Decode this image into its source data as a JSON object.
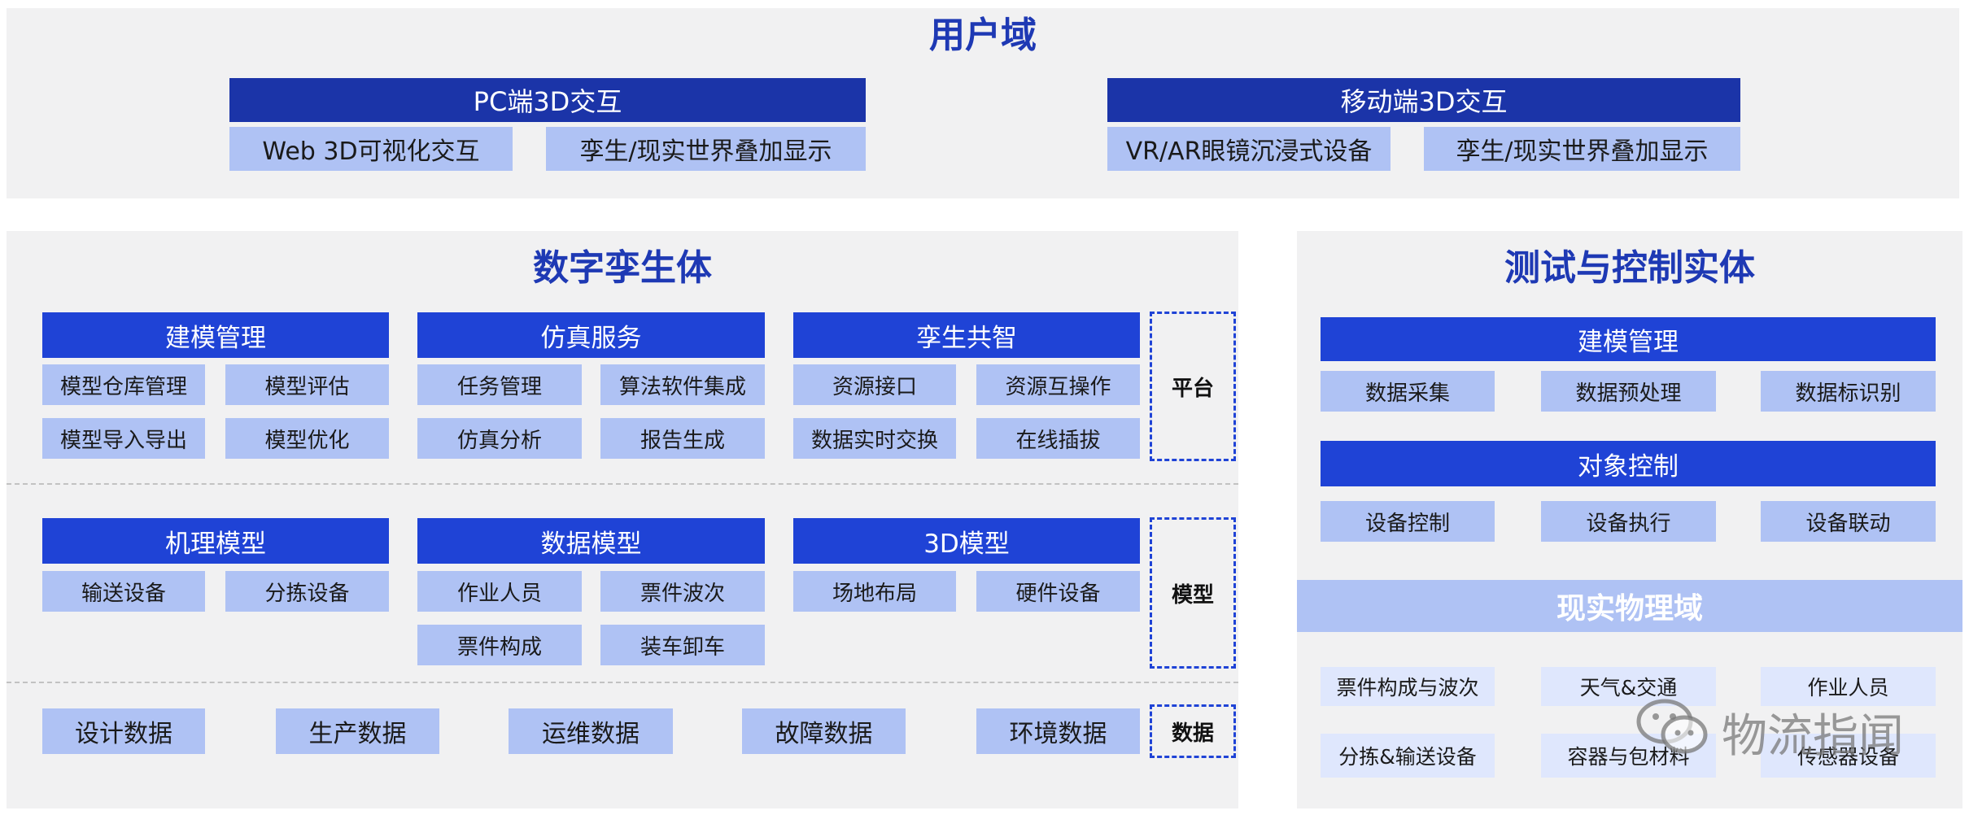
{
  "user_domain": {
    "title": "用户域",
    "pc": {
      "header": "PC端3D交互",
      "items": [
        "Web 3D可视化交互",
        "孪生/现实世界叠加显示"
      ]
    },
    "mobile": {
      "header": "移动端3D交互",
      "items": [
        "VR/AR眼镜沉浸式设备",
        "孪生/现实世界叠加显示"
      ]
    }
  },
  "digital_twin": {
    "title": "数字孪生体",
    "platform": {
      "label": "平台",
      "groups": [
        {
          "header": "建模管理",
          "items": [
            "模型仓库管理",
            "模型评估",
            "模型导入导出",
            "模型优化"
          ]
        },
        {
          "header": "仿真服务",
          "items": [
            "任务管理",
            "算法软件集成",
            "仿真分析",
            "报告生成"
          ]
        },
        {
          "header": "孪生共智",
          "items": [
            "资源接口",
            "资源互操作",
            "数据实时交换",
            "在线插拔"
          ]
        }
      ]
    },
    "model": {
      "label": "模型",
      "groups": [
        {
          "header": "机理模型",
          "items": [
            "输送设备",
            "分拣设备"
          ]
        },
        {
          "header": "数据模型",
          "items": [
            "作业人员",
            "票件波次",
            "票件构成",
            "装车卸车"
          ]
        },
        {
          "header": "3D模型",
          "items": [
            "场地布局",
            "硬件设备"
          ]
        }
      ]
    },
    "data": {
      "label": "数据",
      "items": [
        "设计数据",
        "生产数据",
        "运维数据",
        "故障数据",
        "环境数据"
      ]
    }
  },
  "test_control": {
    "title": "测试与控制实体",
    "modeling": {
      "header": "建模管理",
      "items": [
        "数据采集",
        "数据预处理",
        "数据标识别"
      ]
    },
    "object_control": {
      "header": "对象控制",
      "items": [
        "设备控制",
        "设备执行",
        "设备联动"
      ]
    },
    "physical": {
      "header": "现实物理域",
      "items": [
        "票件构成与波次",
        "天气&交通",
        "作业人员",
        "分拣&输送设备",
        "容器与包材料",
        "传感器设备"
      ]
    }
  },
  "watermark": {
    "text": "物流指闻",
    "icon": "wechat-icon"
  }
}
